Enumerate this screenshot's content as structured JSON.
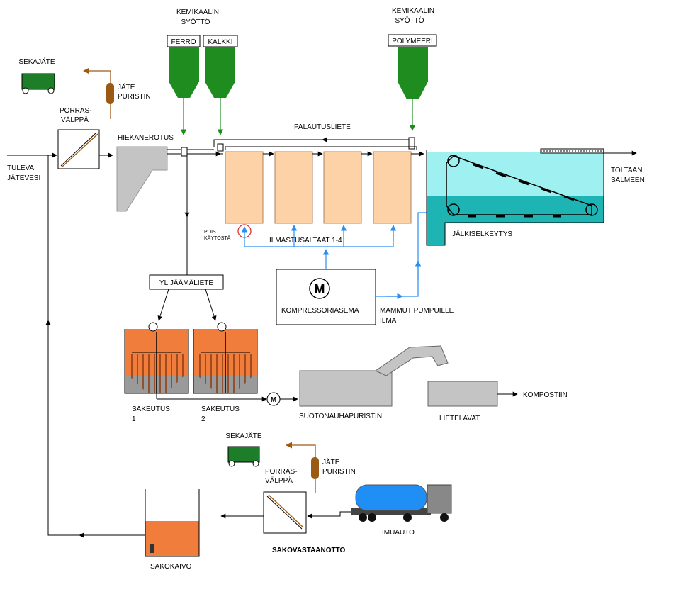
{
  "labels": {
    "kemikaalin_1a": "KEMIKAALIN",
    "kemikaalin_1b": "SYÖTTÖ",
    "kemikaalin_2a": "KEMIKAALIN",
    "kemikaalin_2b": "SYÖTTÖ",
    "ferro": "FERRO",
    "kalkki": "KALKKI",
    "polymeeri": "POLYMEERI",
    "sekajate_top": "SEKAJÄTE",
    "jate_top_a": "JÄTE",
    "jate_top_b": "PURISTIN",
    "porras_top_a": "PORRAS-",
    "porras_top_b": "VÄLPPÄ",
    "hiekanerotus": "HIEKANEROTUS",
    "tuleva_a": "TULEVA",
    "tuleva_b": "JÄTEVESI",
    "palautusliete": "PALAUTUSLIETE",
    "toltaan_a": "TOLTAAN",
    "toltaan_b": "SALMEEN",
    "pois_a": "POIS",
    "pois_b": "KÄYTÖSTÄ",
    "ilmastusaltaat": "ILMASTUSALTAAT 1-4",
    "jalkiselkeytys": "JÄLKISELKEYTYS",
    "ylijaamaliete": "YLIJÄÄMÄLIETE",
    "motor_m": "M",
    "motor_m_small": "M",
    "kompressoriasema": "KOMPRESSORIASEMA",
    "mammut_a": "MAMMUT PUMPUILLE",
    "mammut_b": "ILMA",
    "sakeutus1_a": "SAKEUTUS",
    "sakeutus1_b": "1",
    "sakeutus2_a": "SAKEUTUS",
    "sakeutus2_b": "2",
    "suotonauhapuristin": "SUOTONAUHAPURISTIN",
    "lietelavat": "LIETELAVAT",
    "kompostiin": "KOMPOSTIIN",
    "sekajate_bottom": "SEKAJÄTE",
    "jate_bottom_a": "JÄTE",
    "jate_bottom_b": "PURISTIN",
    "porras_bottom_a": "PORRAS-",
    "porras_bottom_b": "VÄLPPÄ",
    "imuauto": "IMUAUTO",
    "sakovastaanotto": "SAKOVASTAANOTTO",
    "sakokaivo": "SAKOKAIVO"
  },
  "colors": {
    "silo_green": "#1e8c1e",
    "tank_peach": "#fcd2a6",
    "thickener_orange": "#f07d3c",
    "clarifier_cyan": "#9ff0f0",
    "clarifier_teal": "#1fb4b4",
    "air_blue": "#2a8ff0",
    "screenings_brown": "#9b5a14",
    "tanker_blue": "#1f8ff5",
    "machine_gray": "#c4c4c4",
    "cart_green": "#1e7d28"
  }
}
